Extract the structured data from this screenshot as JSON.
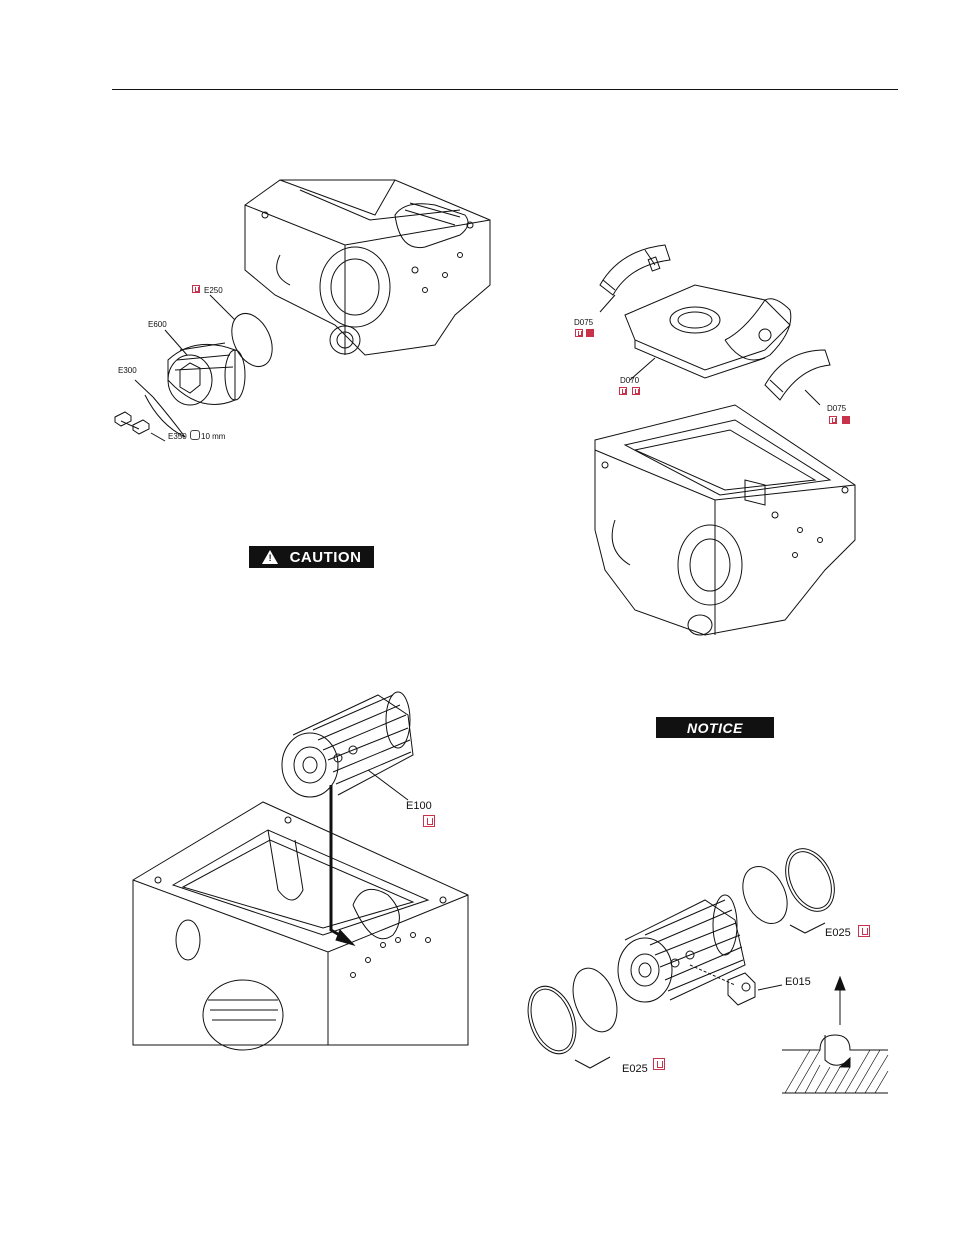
{
  "labels": {
    "e250": "E250",
    "e600": "E600",
    "e300": "E300",
    "e350": "E350",
    "e350_size": "10 mm",
    "d075_top": "D075",
    "d070": "D070",
    "d075_bottom": "D075",
    "e100": "E100",
    "e025_top": "E025",
    "e015": "E015",
    "e025_bottom": "E025"
  },
  "badges": {
    "caution": "CAUTION",
    "notice": "NOTICE"
  },
  "icons": {
    "replace": "parts-replace-icon",
    "tool": "special-tool-icon",
    "wrench": "socket-wrench-icon",
    "grease": "lubricate-icon"
  },
  "colors": {
    "accent": "#c8324a",
    "line": "#111111"
  }
}
